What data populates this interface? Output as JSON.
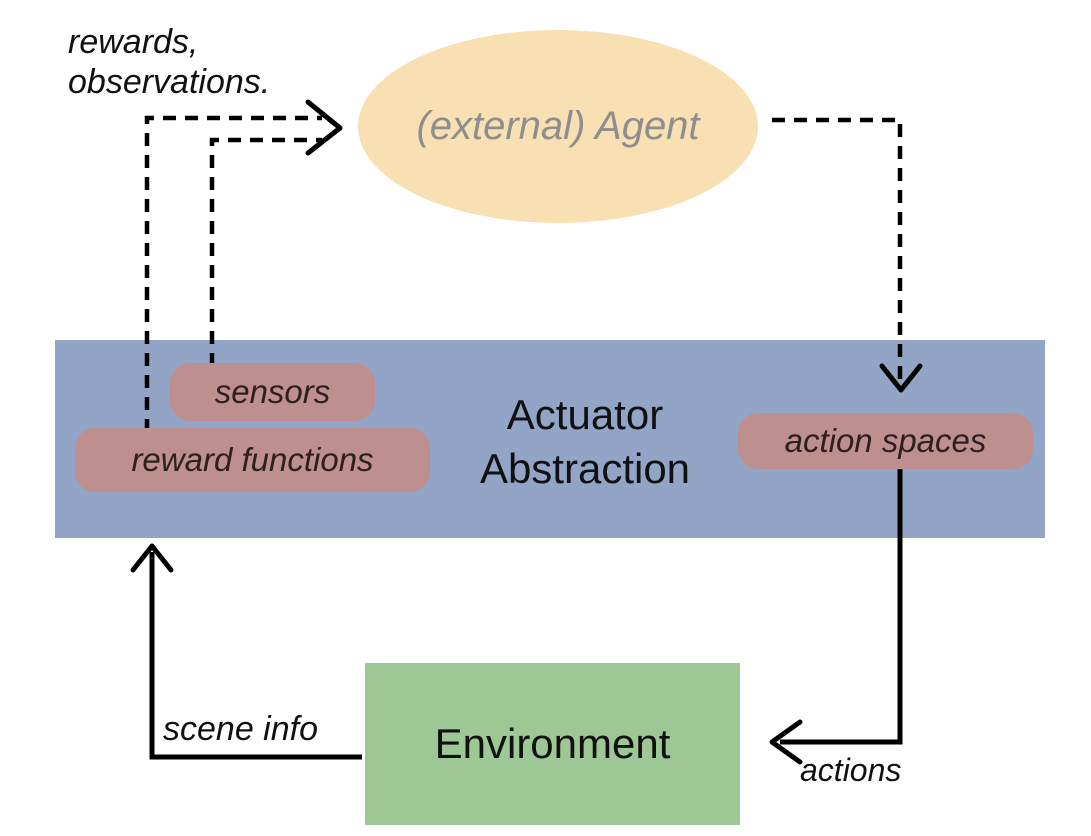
{
  "colors": {
    "agent_fill": "#f9e0b2",
    "agent_text": "#8e8e8e",
    "band_fill": "#92a5c6",
    "pill_fill": "#bd8f8f",
    "env_fill": "#9dc795",
    "arrow": "#000000",
    "text": "#111111"
  },
  "nodes": {
    "agent": "(external) Agent",
    "band": "Actuator\nAbstraction",
    "environment": "Environment",
    "pills": {
      "sensors": "sensors",
      "reward_functions": "reward functions",
      "action_spaces": "action spaces"
    }
  },
  "edge_labels": {
    "rewards_observations": "rewards,\nobservations.",
    "scene_info": "scene info",
    "actions": "actions"
  }
}
